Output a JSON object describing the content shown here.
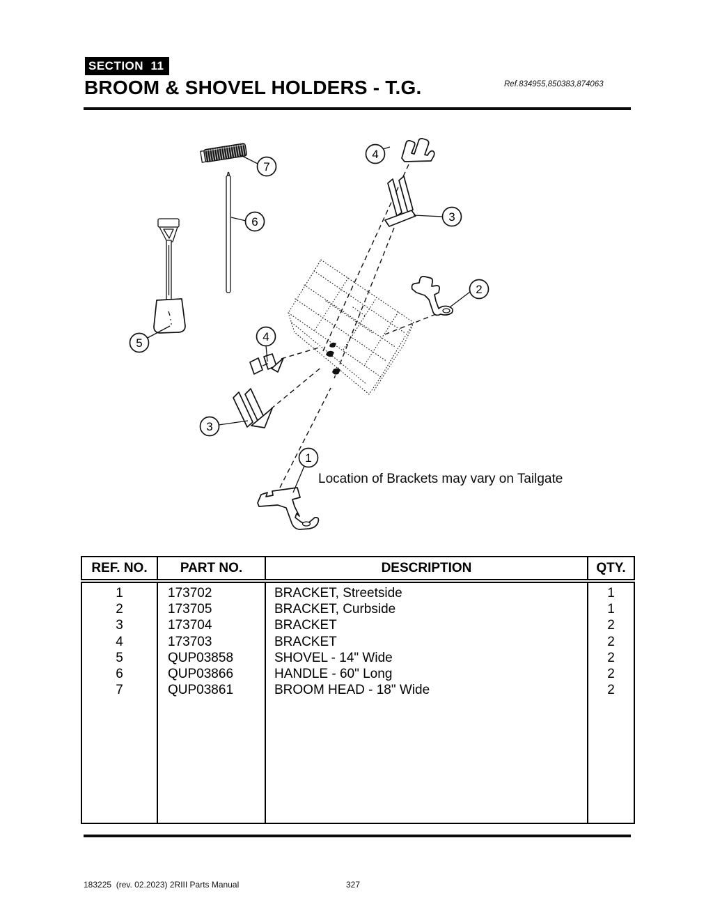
{
  "header": {
    "section_label": "SECTION  11",
    "title": "BROOM & SHOVEL HOLDERS - T.G.",
    "ref": "Ref.834955,850383,874063"
  },
  "diagram": {
    "note": "Location of Brackets may vary on Tailgate",
    "callouts": [
      {
        "label": "7"
      },
      {
        "label": "6"
      },
      {
        "label": "5"
      },
      {
        "label": "4"
      },
      {
        "label": "3"
      },
      {
        "label": "2"
      },
      {
        "label": "4"
      },
      {
        "label": "3"
      },
      {
        "label": "1"
      }
    ]
  },
  "table": {
    "headers": [
      "REF. NO.",
      "PART NO.",
      "DESCRIPTION",
      "QTY."
    ],
    "rows": [
      {
        "ref": "1",
        "part": "173702",
        "desc": "BRACKET, Streetside",
        "qty": "1"
      },
      {
        "ref": "2",
        "part": "173705",
        "desc": "BRACKET, Curbside",
        "qty": "1"
      },
      {
        "ref": "3",
        "part": "173704",
        "desc": "BRACKET",
        "qty": "2"
      },
      {
        "ref": "4",
        "part": "173703",
        "desc": "BRACKET",
        "qty": "2"
      },
      {
        "ref": "5",
        "part": "QUP03858",
        "desc": "SHOVEL - 14\" Wide",
        "qty": "2"
      },
      {
        "ref": "6",
        "part": "QUP03866",
        "desc": "HANDLE - 60\" Long",
        "qty": "2"
      },
      {
        "ref": "7",
        "part": "QUP03861",
        "desc": "BROOM HEAD - 18\" Wide",
        "qty": "2"
      }
    ]
  },
  "footer": {
    "left": "183225  (rev. 02.2023) 2RIII Parts Manual",
    "page": "327"
  }
}
